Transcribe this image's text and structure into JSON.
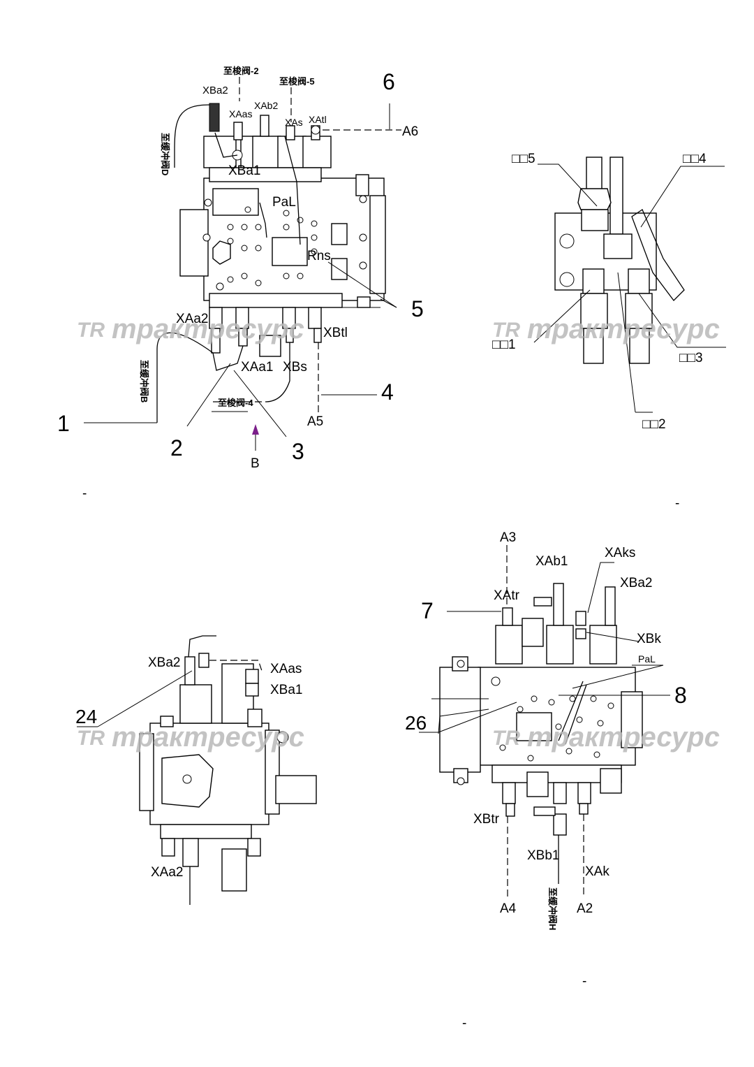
{
  "watermark": {
    "brand": "трактресурс",
    "logo": "TR"
  },
  "view_top_left": {
    "callouts": [
      "1",
      "2",
      "3",
      "4",
      "5",
      "6"
    ],
    "port_labels": {
      "xba2": "XBa2",
      "xaas": "XAas",
      "xab2": "XAb2",
      "xas": "XAs",
      "xatl": "XAtl",
      "xba1": "XBa1",
      "pal": "PaL",
      "xaa2": "XAa2",
      "xaa1": "XAa1",
      "xbs": "XBs",
      "xbtl": "XBtl",
      "rns": "Rns"
    },
    "line_refs": {
      "a6": "A6",
      "a5": "A5",
      "b": "B"
    },
    "notes": {
      "to_valve_2": "至梭阀-2",
      "to_valve_5": "至梭阀-5",
      "to_valve_4": "至梭阀-4",
      "to_buffer_d": "至缓冲阀D",
      "to_buffer_b": "至缓冲阀B"
    }
  },
  "view_top_right": {
    "labels": [
      "□□5",
      "□□4",
      "□□1",
      "□□3",
      "□□2"
    ]
  },
  "view_bottom_left": {
    "callouts": [
      "24"
    ],
    "port_labels": {
      "xba2": "XBa2",
      "xaas": "XAas",
      "xba1": "XBa1",
      "xaa2": "XAa2"
    }
  },
  "view_bottom_right": {
    "callouts": [
      "7",
      "8",
      "26"
    ],
    "port_labels": {
      "xab1": "XAb1",
      "xaks": "XAks",
      "xba2": "XBa2",
      "xatr": "XAtr",
      "xbk": "XBk",
      "pal": "PaL",
      "xbtr": "XBtr",
      "xbb1": "XBb1",
      "xak": "XAk"
    },
    "line_refs": {
      "a3": "A3",
      "a4": "A4",
      "a2": "A2"
    },
    "notes": {
      "to_buffer_h": "至缓冲阀H"
    }
  },
  "marks": [
    "-",
    "-",
    "-",
    "-"
  ]
}
